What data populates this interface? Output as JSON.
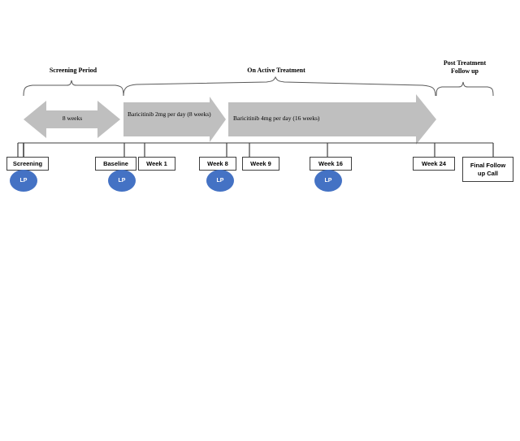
{
  "diagram": {
    "title": "Baricitinib study schedule timeline",
    "colors": {
      "arrow_gray": "#BFBFBF",
      "treatment_arrow_gray": "#BFBFBF",
      "lp_blue": "#4472C4",
      "line_dark": "#3F3F3F",
      "brace_gray": "#595959"
    }
  },
  "sections": [
    {
      "id": "screening",
      "label": "Screening Period"
    },
    {
      "id": "active",
      "label": "On Active Treatment"
    },
    {
      "id": "post",
      "label": "Post Treatment\nFollow up"
    }
  ],
  "phase_arrows": [
    {
      "id": "screening-duration",
      "label": "8 weeks",
      "type": "double-headed-arrow"
    },
    {
      "id": "baricitinib-2mg",
      "label": "Baricitinib 2mg per day (8 weeks)",
      "type": "right-arrow"
    },
    {
      "id": "baricitinib-4mg",
      "label": "Baricitinib 4mg per day (16 weeks)",
      "type": "right-arrow"
    }
  ],
  "milestones": [
    {
      "id": "screening",
      "label": "Screening",
      "lp": "LP"
    },
    {
      "id": "baseline",
      "label": "Baseline",
      "lp": "LP"
    },
    {
      "id": "week1",
      "label": "Week 1",
      "lp": null
    },
    {
      "id": "week8",
      "label": "Week 8",
      "lp": "LP"
    },
    {
      "id": "week9",
      "label": "Week 9",
      "lp": null
    },
    {
      "id": "week16",
      "label": "Week 16",
      "lp": "LP"
    },
    {
      "id": "week24",
      "label": "Week 24",
      "lp": null
    },
    {
      "id": "finalfollow",
      "label": "Final Follow\nup Call",
      "lp": null
    }
  ]
}
